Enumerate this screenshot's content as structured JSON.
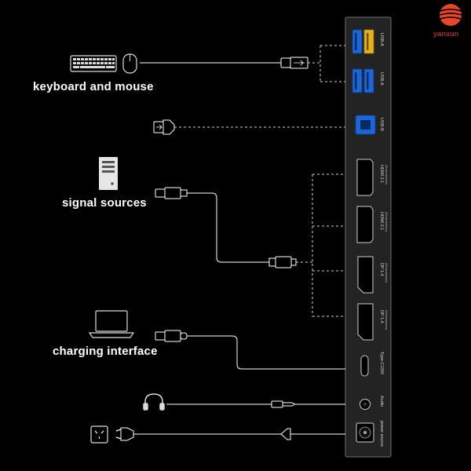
{
  "brand": {
    "name": "yanxun",
    "color": "#e8452a"
  },
  "labels": {
    "keyboard_mouse": "keyboard and mouse",
    "signal_sources": "signal sources",
    "charging_interface": "charging interface"
  },
  "ports": {
    "usb_a_1": "USB-A",
    "usb_a_2": "USB-A",
    "usb_b": "USB-B",
    "hdmi_1": "HDMI 2.1",
    "hdmi_1_sub": "(Downstream)",
    "hdmi_2": "HDMI 2.1",
    "hdmi_2_sub": "(Downstream)",
    "dp_1": "DP 1.4",
    "dp_1_sub": "(Downstream)",
    "dp_2": "DP 1.4",
    "dp_2_sub": "(Downstream)",
    "type_c": "Type-C15W",
    "audio": "Audio",
    "power": "power source"
  },
  "colors": {
    "usb3_blue": "#1c67d8",
    "usb_yellow": "#e3b21c",
    "panel": "#232323",
    "line": "#ffffff"
  }
}
